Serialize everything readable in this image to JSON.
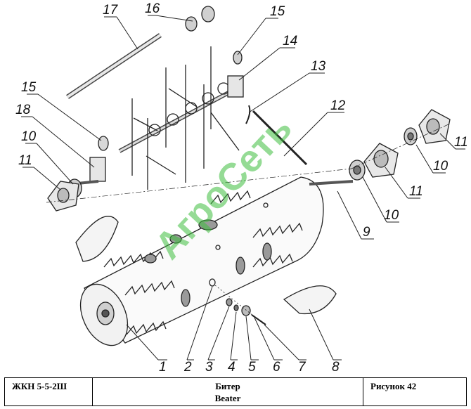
{
  "callouts": [
    "1",
    "2",
    "3",
    "4",
    "5",
    "6",
    "7",
    "8",
    "9",
    "10",
    "10",
    "10",
    "11",
    "11",
    "11",
    "12",
    "13",
    "14",
    "15",
    "15",
    "16",
    "17",
    "18"
  ],
  "watermark": "АгроСеть",
  "title_block": {
    "code": "ЖКН 5-5-2Ш",
    "name_ru": "Битер",
    "name_en": "Beater",
    "figure": "Рисунок 42"
  }
}
